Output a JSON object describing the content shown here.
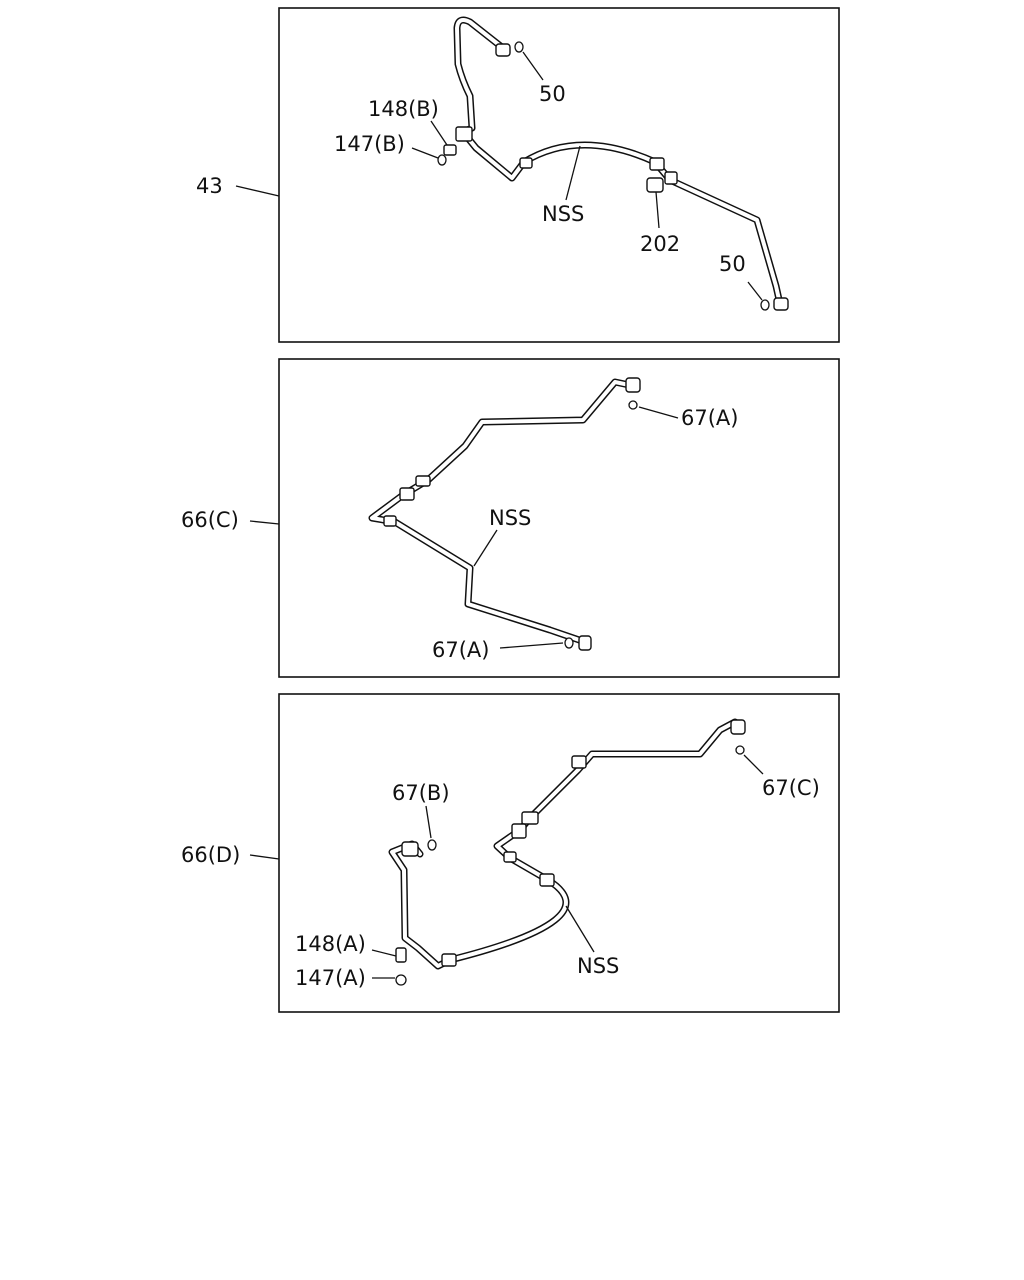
{
  "panels": [
    {
      "ref": "43",
      "labels": {
        "l148b": "148(B)",
        "l147b": "147(B)",
        "l50_top": "50",
        "lnss": "NSS",
        "l202": "202",
        "l50_bottom": "50"
      }
    },
    {
      "ref": "66(C)",
      "labels": {
        "l67a_top": "67(A)",
        "lnss": "NSS",
        "l67a_bottom": "67(A)"
      }
    },
    {
      "ref": "66(D)",
      "labels": {
        "l67b": "67(B)",
        "l67c": "67(C)",
        "l148a": "148(A)",
        "l147a": "147(A)",
        "lnss": "NSS"
      }
    }
  ]
}
